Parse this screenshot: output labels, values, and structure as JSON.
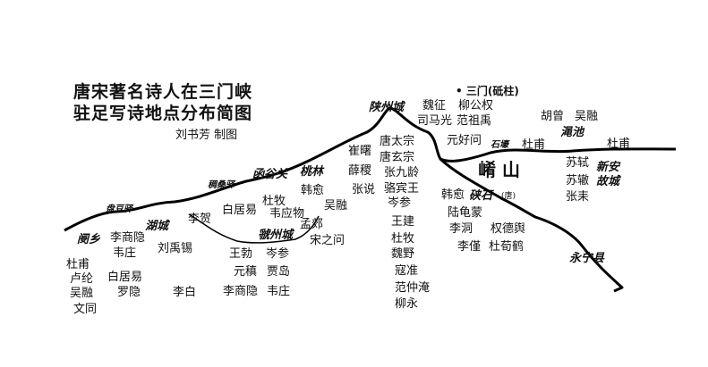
{
  "title": {
    "line1": "唐宋著名诗人在三门峡",
    "line2": "驻足写诗地点分布简图",
    "author": "刘书芳  制图"
  },
  "places": {
    "sanmen": "• 三门(砥柱)",
    "shanzhou": "陕州城",
    "hangu": "函谷关",
    "taolin": "桃林",
    "jiyang": "稠桑驿",
    "yaoxiang": "阌乡",
    "pandouyi": "盘豆驿",
    "hucheng": "湖城",
    "guozhou": "虢州城",
    "shihao": "石壕",
    "mianchi": "渑池",
    "xinan": "新安故城",
    "poshi": "硖石",
    "poshi_note": "(唐)",
    "yaoshan": "崤  山",
    "yongning": "永宁县"
  },
  "poets": {
    "yaoxiang": [
      "杜甫",
      "卢纶",
      "吴融",
      "文同"
    ],
    "hucheng": [
      "李商隐",
      "韦庄",
      "刘禹锡",
      "白居易",
      "罗隐",
      "李白"
    ],
    "jiyang": [
      "李贺"
    ],
    "hangu": [
      "白居易",
      "杜牧",
      "韦应物",
      "孟郊",
      "宋之问"
    ],
    "guozhou": [
      "王勃",
      "岑参",
      "元稹",
      "贾岛",
      "李商隐",
      "韦庄"
    ],
    "taolin": [
      "韩愈",
      "吴融"
    ],
    "shanzhou_left": [
      "崔曙",
      "薛稷",
      "张说"
    ],
    "shanzhou_col": [
      "唐太宗",
      "唐玄宗",
      "张九龄",
      "骆宾王",
      "岑参"
    ],
    "shanzhou_low": [
      "王建",
      "杜牧",
      "魏野",
      "寇准",
      "范仲淹",
      "柳永"
    ],
    "sanmen": [
      "魏征",
      "柳公权",
      "司马光",
      "范祖禹",
      "元好问"
    ],
    "mianchi_top": [
      "胡曾",
      "吴融"
    ],
    "shihao": "杜甫",
    "mianchi_right": "杜甫",
    "yaoshan_right": [
      "苏轼",
      "苏辙",
      "张耒"
    ],
    "poshi": [
      "韩愈",
      "陆龟蒙",
      "李洞",
      "李僅",
      "权德舆",
      "杜荀鹤"
    ]
  }
}
